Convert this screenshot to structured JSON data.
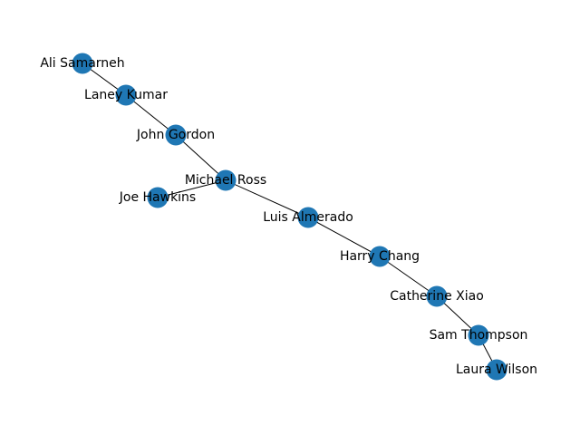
{
  "graph": {
    "node_color": "#1f77b4",
    "edge_color": "#000000",
    "nodes": [
      {
        "id": "ali",
        "label": "Ali Samarneh"
      },
      {
        "id": "laney",
        "label": "Laney Kumar"
      },
      {
        "id": "john",
        "label": "John Gordon"
      },
      {
        "id": "michael",
        "label": "Michael Ross"
      },
      {
        "id": "joe",
        "label": "Joe Hawkins"
      },
      {
        "id": "luis",
        "label": "Luis Almerado"
      },
      {
        "id": "harry",
        "label": "Harry Chang"
      },
      {
        "id": "catherine",
        "label": "Catherine Xiao"
      },
      {
        "id": "sam",
        "label": "Sam Thompson"
      },
      {
        "id": "laura",
        "label": "Laura Wilson"
      }
    ],
    "edges": [
      [
        "ali",
        "laney"
      ],
      [
        "laney",
        "john"
      ],
      [
        "john",
        "michael"
      ],
      [
        "michael",
        "joe"
      ],
      [
        "michael",
        "luis"
      ],
      [
        "luis",
        "harry"
      ],
      [
        "harry",
        "catherine"
      ],
      [
        "catherine",
        "sam"
      ],
      [
        "sam",
        "laura"
      ]
    ]
  }
}
